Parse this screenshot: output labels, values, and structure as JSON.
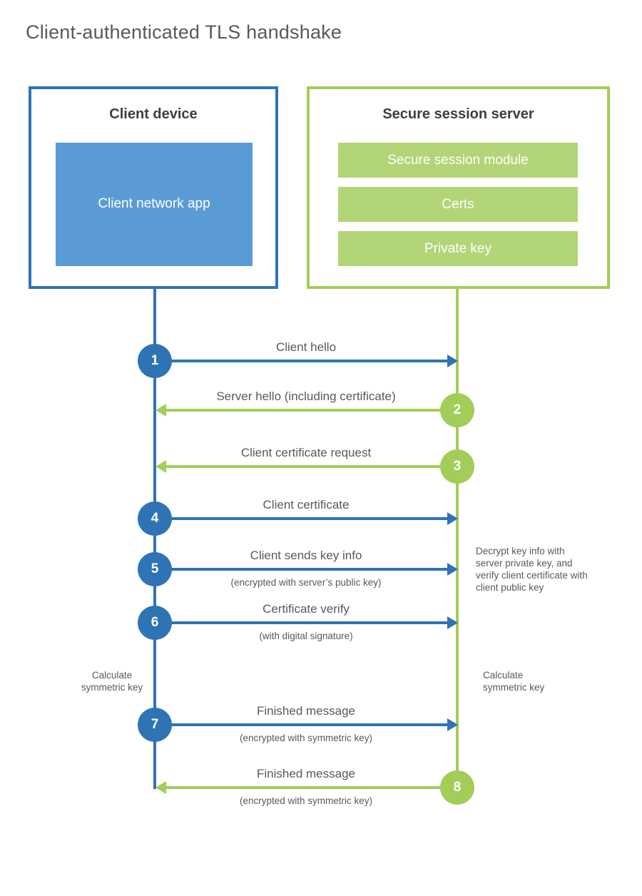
{
  "title": "Client-authenticated TLS handshake",
  "client": {
    "title": "Client device",
    "app_label": "Client network app"
  },
  "server": {
    "title": "Secure session server",
    "modules": [
      "Secure session module",
      "Certs",
      "Private key"
    ]
  },
  "steps": [
    {
      "num": "1",
      "from": "client",
      "to": "server",
      "label": "Client hello",
      "sublabel": ""
    },
    {
      "num": "2",
      "from": "server",
      "to": "client",
      "label": "Server hello (including certificate)",
      "sublabel": ""
    },
    {
      "num": "3",
      "from": "server",
      "to": "client",
      "label": "Client certificate request",
      "sublabel": ""
    },
    {
      "num": "4",
      "from": "client",
      "to": "server",
      "label": "Client certificate",
      "sublabel": ""
    },
    {
      "num": "5",
      "from": "client",
      "to": "server",
      "label": "Client sends key info",
      "sublabel": "(encrypted with server’s public key)"
    },
    {
      "num": "6",
      "from": "client",
      "to": "server",
      "label": "Certificate verify",
      "sublabel": "(with digital signature)"
    },
    {
      "num": "7",
      "from": "client",
      "to": "server",
      "label": "Finished message",
      "sublabel": "(encrypted with symmetric key)"
    },
    {
      "num": "8",
      "from": "server",
      "to": "client",
      "label": "Finished message",
      "sublabel": "(encrypted with symmetric key)"
    }
  ],
  "notes": {
    "decrypt": "Decrypt key info with server private key, and verify client certificate with client public key",
    "calc_left": "Calculate symmetric key",
    "calc_right": "Calculate symmetric key"
  },
  "colors": {
    "blue": "#2e74b5",
    "blue_fill": "#5b9bd5",
    "green": "#a3cd58",
    "green_fill": "#b2d577",
    "text": "#58595b",
    "heading": "#3e3e40"
  }
}
